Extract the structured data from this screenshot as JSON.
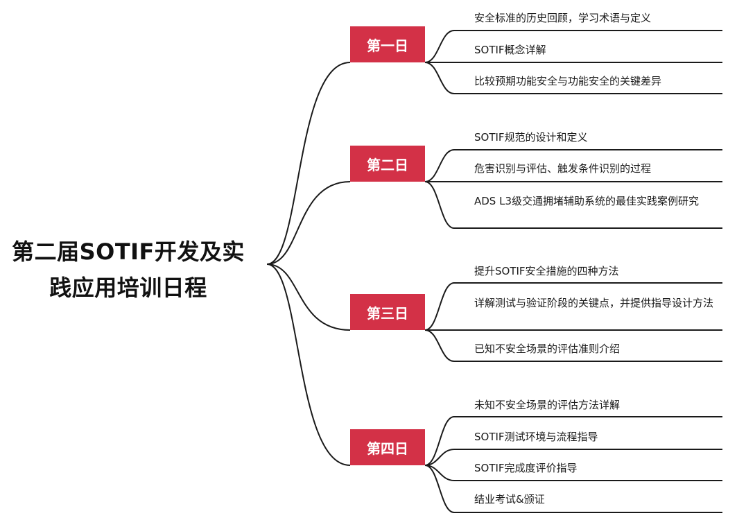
{
  "root": {
    "title": "第二届SOTIF开发及实践应用培训日程"
  },
  "colors": {
    "day_box": "#d33147",
    "line": "#1a1a1a",
    "text": "#1a1a1a",
    "background": "#ffffff"
  },
  "days": [
    {
      "label": "第一日",
      "topics": [
        "安全标准的历史回顾，学习术语与定义",
        "SOTIF概念详解",
        "比较预期功能安全与功能安全的关键差异"
      ]
    },
    {
      "label": "第二日",
      "topics": [
        "SOTIF规范的设计和定义",
        "危害识别与评估、触发条件识别的过程",
        "ADS L3级交通拥堵辅助系统的最佳实践案例研究"
      ]
    },
    {
      "label": "第三日",
      "topics": [
        "提升SOTIF安全措施的四种方法",
        "详解测试与验证阶段的关键点，并提供指导设计方法",
        "已知不安全场景的评估准则介绍"
      ]
    },
    {
      "label": "第四日",
      "topics": [
        "未知不安全场景的评估方法详解",
        "SOTIF测试环境与流程指导",
        "SOTIF完成度评价指导",
        "结业考试&颁证"
      ]
    }
  ]
}
